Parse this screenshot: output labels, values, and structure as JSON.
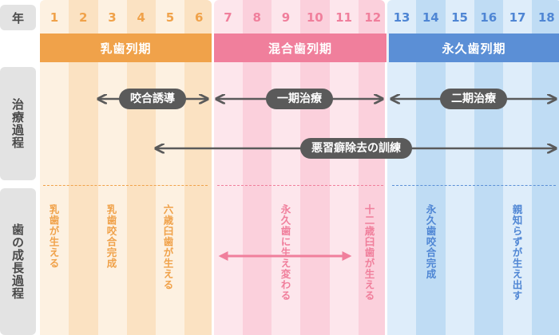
{
  "labels": {
    "year": "年",
    "treatment": "治療過程",
    "growth": "歯の成長過程"
  },
  "years": [
    "1",
    "2",
    "3",
    "4",
    "5",
    "6",
    "7",
    "8",
    "9",
    "10",
    "11",
    "12",
    "13",
    "14",
    "15",
    "16",
    "17",
    "18"
  ],
  "periods": [
    {
      "name": "乳歯列期",
      "color": "#f0a24a",
      "light": "#fdf1e1",
      "alt": "#fbe2c2",
      "text": "#f0a24a"
    },
    {
      "name": "混合歯列期",
      "color": "#f07f9c",
      "light": "#fde6ec",
      "alt": "#fbd0dc",
      "text": "#f07f9c"
    },
    {
      "name": "永久歯列期",
      "color": "#5b8fd6",
      "light": "#deedfa",
      "alt": "#bfdcf4",
      "text": "#4f86d4"
    }
  ],
  "treatment": {
    "occlusion_guidance": "咬合誘導",
    "phase1": "一期治療",
    "phase2": "二期治療",
    "habit_training": "悪習癖除去の訓練"
  },
  "growth": {
    "baby_teeth_erupt": "乳歯が生える",
    "baby_occlusion_complete": "乳歯咬合完成",
    "six_year_molar": "六歳臼歯が生える",
    "permanent_replace": "永久歯に生え変わる",
    "twelve_year_molar": "十二歳臼歯が生える",
    "permanent_occlusion_complete": "永久歯咬合完成",
    "wisdom_teeth": "親知らずが生え出す"
  },
  "colors": {
    "arrow_dark": "#5a5a5a",
    "arrow_pink": "#f07f9c"
  }
}
